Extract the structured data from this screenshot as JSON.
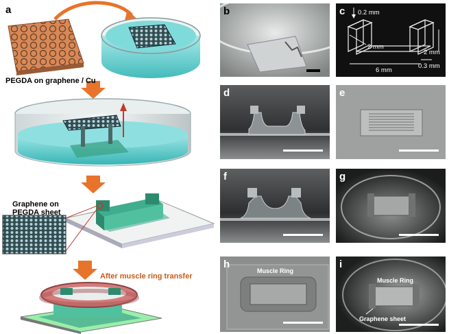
{
  "panels": {
    "a": {
      "label": "a",
      "caption_cu": "PEGDA on graphene / Cu",
      "caption_graphene_line1": "Graphene on",
      "caption_graphene_line2": "PEGDA sheet",
      "caption_transfer": "After muscle ring transfer"
    },
    "b": {
      "label": "b"
    },
    "c": {
      "label": "c",
      "dims": {
        "top": "0.2 mm",
        "left": "2 mm",
        "right": "2 mm",
        "bottom": "6 mm",
        "gap": "0.3 mm"
      }
    },
    "d": {
      "label": "d"
    },
    "e": {
      "label": "e"
    },
    "f": {
      "label": "f"
    },
    "g": {
      "label": "g"
    },
    "h": {
      "label": "h",
      "annotation": "Muscle Ring"
    },
    "i": {
      "label": "i",
      "annotation_ring": "Muscle Ring",
      "annotation_sheet": "Graphene sheet"
    }
  },
  "colors": {
    "arrow_orange": "#e8732a",
    "caption_orange": "#c95a1a",
    "water_teal": "#5ecfcf",
    "sheet_green": "#3da58a",
    "muscle_pink": "#d47a7a"
  }
}
